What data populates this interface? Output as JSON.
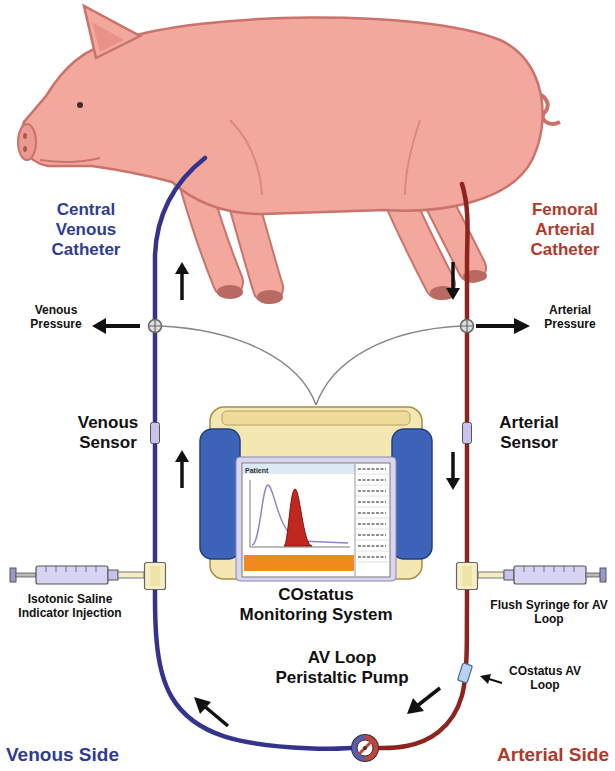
{
  "diagram": {
    "nodes": [
      {
        "text": [
          "Venous Sensor"
        ]
      },
      {
        "text": [
          "Arterial Sensor"
        ]
      },
      {
        "text": [
          "Isotonic Saline Indicator Injection"
        ]
      },
      {
        "text": [
          "COstatus Monitoring System"
        ]
      },
      {
        "text": [
          "Flush Syringe for AV Loop"
        ]
      },
      {
        "text": [
          "AV Loop Peristaltic Pump"
        ]
      }
    ],
    "edges": [
      {
        "from": 1,
        "to": 4,
        "arrow": "none"
      },
      {
        "from": 4,
        "to": 5,
        "arrow": "none"
      },
      {
        "from": 5,
        "to": 2,
        "arrow": "none"
      },
      {
        "from": 2,
        "to": 0,
        "arrow": "none"
      }
    ],
    "labels": [
      "Central Venous Catheter",
      "Femoral Arterial Catheter",
      "Venous Pressure",
      "Arterial Pressure",
      "Patient",
      "COstatus AV Loop",
      "Venous Side",
      "Arterial Side"
    ]
  }
}
